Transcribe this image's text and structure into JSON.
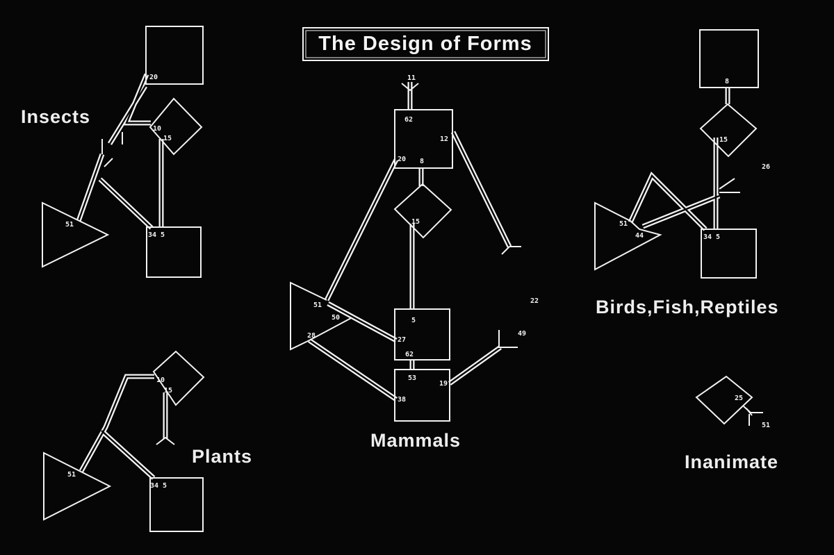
{
  "title": "The Design of Forms",
  "groups": {
    "insects": {
      "label": "Insects",
      "nums": [
        "20",
        "10",
        "15",
        "51",
        "34 5"
      ]
    },
    "mammals": {
      "label": "Mammals",
      "nums": [
        "11",
        "62",
        "12",
        "20",
        "8",
        "15",
        "51",
        "50",
        "28",
        "5",
        "27",
        "62",
        "53",
        "19",
        "38",
        "22",
        "49"
      ]
    },
    "birds": {
      "label": "Birds,Fish,Reptiles",
      "nums": [
        "8",
        "15",
        "26",
        "51",
        "44",
        "34 5"
      ]
    },
    "plants": {
      "label": "Plants",
      "nums": [
        "10",
        "15",
        "51",
        "34 5"
      ]
    },
    "inanimate": {
      "label": "Inanimate",
      "nums": [
        "25",
        "51"
      ]
    }
  },
  "colors": {
    "background": "#060606",
    "foreground": "#f2f2f2"
  }
}
